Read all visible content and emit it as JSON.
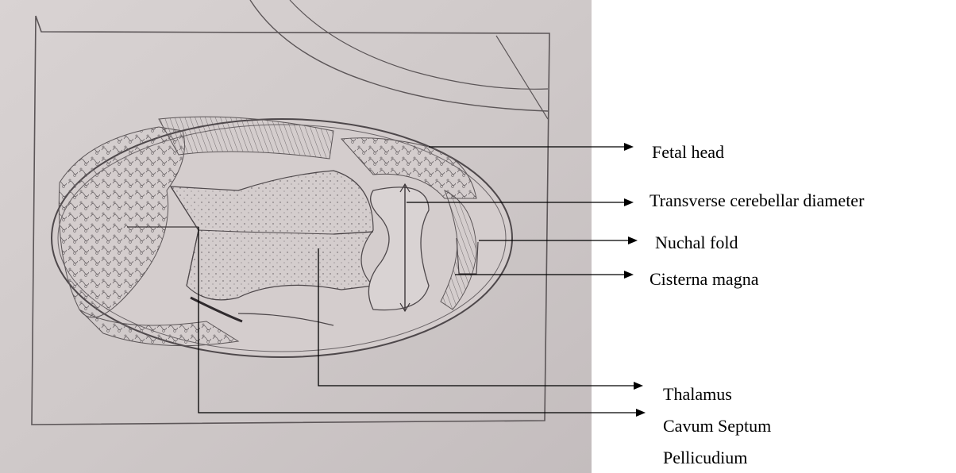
{
  "colors": {
    "paper": "#cfc9c9",
    "pencil": "#4a4548",
    "arrow": "#000000",
    "background": "#ffffff"
  },
  "labels": {
    "fetal_head": "Fetal head",
    "transverse_cerebellar_diameter": "Transverse cerebellar diameter",
    "nuchal_fold": "Nuchal fold",
    "cisterna_magna": "Cisterna magna",
    "thalamus": "Thalamus",
    "cavum_septum_line1": "Cavum Septum",
    "cavum_septum_line2": "Pellicudium"
  }
}
